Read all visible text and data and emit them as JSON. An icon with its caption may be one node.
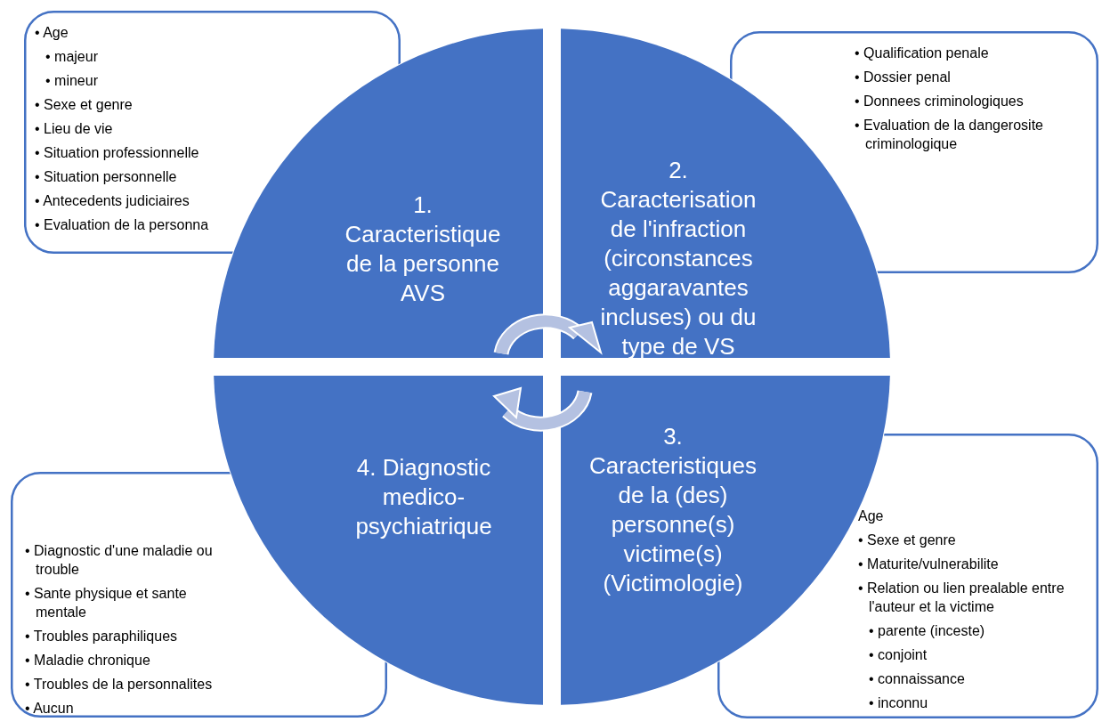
{
  "diagram": {
    "nodes": [
      {
        "text": [
          "• Age",
          "• majeur",
          "• mineur",
          "• Sexe et genre",
          "• Lieu de vie",
          "• Situation professionnelle",
          "• Situation personnelle",
          "• Antecedents judiciaires",
          "• Evaluation de la personna"
        ]
      },
      {
        "text": [
          "• Qualification penale",
          "• Dossier penal",
          "• Donnees criminologiques",
          "• Evaluation de la dangerosite criminologique"
        ]
      },
      {
        "text": [
          "1. Caracteristique de la personne AVS"
        ]
      },
      {
        "text": [
          "2.",
          "Caracterisation de l'infraction (circonstances aggaravantes incluses) ou du type de VS"
        ]
      },
      {
        "text": [
          "4. Diagnostic medico-psychiatrique"
        ]
      },
      {
        "text": [
          "3.",
          "Caracteristiques de la (des) personne(s) victime(s) (Victimologie)"
        ]
      },
      {
        "text": [
          "• Diagnostic d'une maladie ou trouble",
          "• Sante physique et sante mentale",
          "• Troubles paraphiliques",
          "• Maladie chronique",
          "• Troubles de la personnalites",
          "• Aucun"
        ]
      },
      {
        "text": [
          "Age",
          "• Sexe et genre",
          "• Maturite/vulnerabilite",
          "• Relation ou lien prealable entre l'auteur et la victime",
          "• parente (inceste)",
          "• conjoint",
          "• connaissance",
          "• inconnu"
        ]
      }
    ]
  }
}
